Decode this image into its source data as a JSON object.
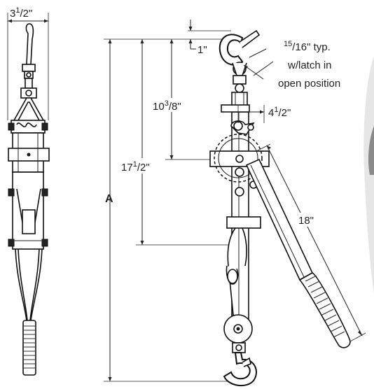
{
  "dimensions": {
    "width_label_whole": "3",
    "width_label_num": "1",
    "width_label_den": "/2\"",
    "top_offset": "1\"",
    "latch_opening_num": "15",
    "latch_opening_rest": "/16\" typ.",
    "latch_line2": "w/latch in",
    "latch_line3": "open position",
    "handle_offset_whole": "4",
    "handle_offset_num": "1",
    "handle_offset_den": "/2\"",
    "pivot_height_whole": "10",
    "pivot_height_num": "3",
    "pivot_height_den": "/8\"",
    "overall_pivot_whole": "17",
    "overall_pivot_num": "1",
    "overall_pivot_den": "/2\"",
    "overall_label": "A",
    "handle_length": "18\""
  },
  "colors": {
    "line": "#222222",
    "background": "#ffffff",
    "grip": "#333333"
  }
}
